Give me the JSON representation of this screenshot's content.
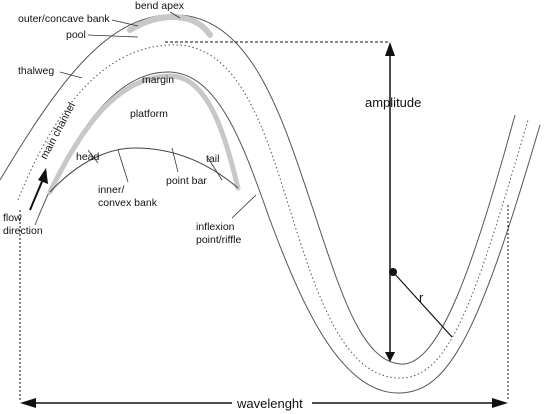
{
  "labels": {
    "bend_apex": "bend apex",
    "outer_bank": "outer/concave bank",
    "pool": "pool",
    "thalweg": "thalweg",
    "margin": "margin",
    "main_channel": "main channel",
    "platform": "platform",
    "amplitude": "amplitude",
    "head": "head",
    "tail": "tail",
    "point_bar": "point bar",
    "inner_bank_1": "inner/",
    "inner_bank_2": "convex bank",
    "flow_1": "flow",
    "flow_2": "direction",
    "inflexion_1": "inflexion",
    "inflexion_2": "point/riffle",
    "radius": "r",
    "wavelength": "wavelenght"
  },
  "colors": {
    "line": "#222222",
    "bank": "#555555",
    "highlight": "#c8c8c8",
    "background": "#ffffff"
  }
}
